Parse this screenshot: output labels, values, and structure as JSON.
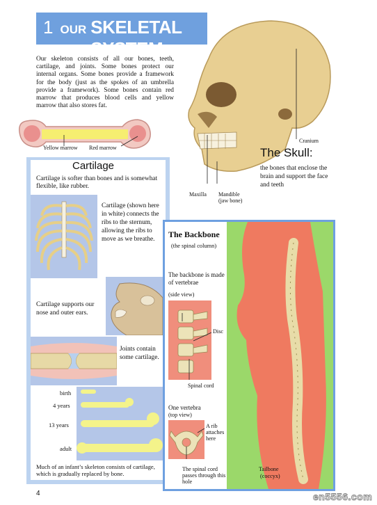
{
  "title": {
    "number": "1",
    "small": "OUR",
    "big": "SKELETAL SYSTEM"
  },
  "intro": "Our skeleton consists of all our bones, teeth, cartilage, and joints.  Some bones protect our internal organs. Some bones provide a framework for the body (just as the spokes of an umbrella provide a framework). Some bones contain red marrow that produces blood cells and yellow marrow that also stores fat.",
  "bone": {
    "yellow": "Yellow marrow",
    "red": "Red marrow"
  },
  "skull": {
    "title": "The Skull:",
    "text": "the bones that enclose the brain and support the face and teeth",
    "cranium": "Cranium",
    "maxilla": "Maxilla",
    "mandible": "Mandible",
    "mandible_sub": "(jaw bone)"
  },
  "cartilage": {
    "title": "Cartilage",
    "intro": "Cartilage is softer than bones and is somewhat flexible, like rubber.",
    "ribs": "Cartilage (shown here in white) connects the ribs to the sternum, allowing the ribs to move as we breathe.",
    "nose": "Cartilage supports our nose and outer ears.",
    "joints": "Joints contain some cartilage.",
    "ages": [
      "birth",
      "4 years",
      "13 years",
      "adult"
    ],
    "foot": "Much of an infant’s skeleton consists of cartilage, which is gradually replaced by bone."
  },
  "backbone": {
    "title": "The Backbone",
    "sub": "(the spinal column)",
    "text": "The backbone is made of vertebrae",
    "sideview": "(side view)",
    "disc": "Disc",
    "cord": "Spinal cord",
    "one": "One vertebra",
    "topview": "(top view)",
    "rib": "A rib attaches here",
    "passes": "The spinal cord passes through this hole",
    "tailbone": "Tailbone",
    "coccyx": "(coccyx)"
  },
  "page_number": "4",
  "watermark": "en5556.com"
}
